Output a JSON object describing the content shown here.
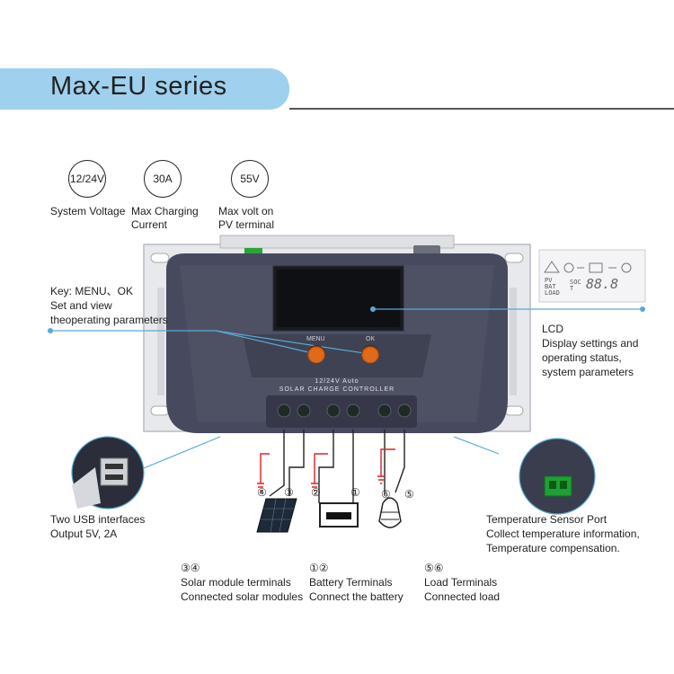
{
  "header": {
    "title": "Max-EU series"
  },
  "specs": [
    {
      "badge": "12/24V",
      "label": "System Voltage"
    },
    {
      "badge": "30A",
      "label": "Max Charging Current"
    },
    {
      "badge": "55V",
      "label": "Max volt on PV terminal"
    }
  ],
  "device": {
    "line1": "12/24V Auto",
    "line2": "Solar charge controller",
    "menu_label": "MENU",
    "ok_label": "OK",
    "lcd_status": [
      "PV",
      "BAT",
      "LOAD"
    ],
    "lcd_units": [
      "SOC",
      "T"
    ],
    "lcd_digits": "88.8"
  },
  "callouts": {
    "keys": {
      "line1": "Key: MENU、OK",
      "line2": "Set and view",
      "line3": "theoperating parameters"
    },
    "lcd": {
      "line1": "LCD",
      "line2": "Display settings and",
      "line3": "operating status,",
      "line4": "system parameters"
    },
    "usb": {
      "line1": "Two USB interfaces",
      "line2": "Output 5V, 2A"
    },
    "temp": {
      "line1": "Temperature Sensor Port",
      "line2": "Collect temperature information,",
      "line3": "Temperature compensation."
    }
  },
  "terminals": {
    "solar": {
      "nums": "③④",
      "line1": "Solar module terminals",
      "line2": "Connected solar modules"
    },
    "battery": {
      "nums": "①②",
      "line1": "Battery Terminals",
      "line2": "Connect the battery"
    },
    "load": {
      "nums": "⑤⑥",
      "line1": "Load Terminals",
      "line2": "Connected load"
    }
  },
  "wiring_marks": {
    "n4": "④",
    "n3": "③",
    "n2": "②",
    "n1": "①",
    "n6": "⑥",
    "n5": "⑤",
    "plus": "+",
    "minus": "−"
  },
  "colors": {
    "accent": "#9fd0ee",
    "callout_line": "#5aa9d6",
    "body": "#474a5e",
    "button": "#e06a1c",
    "wire_red": "#e02020",
    "connector_green": "#2a9a3a"
  }
}
